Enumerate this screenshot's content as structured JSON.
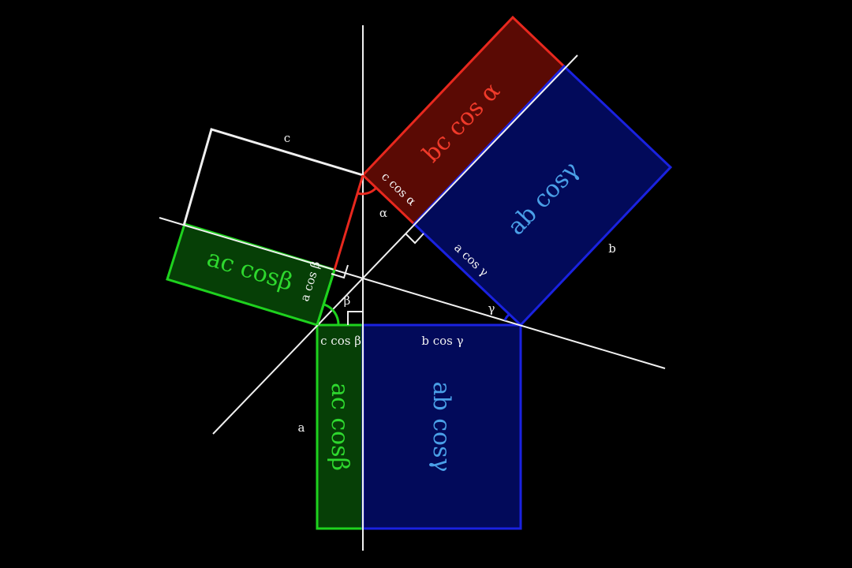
{
  "colors": {
    "red": "#e8281e",
    "red_fill": "#5a0a04",
    "blue": "#1a22e0",
    "blue_fill": "#020a5a",
    "green": "#1ed21e",
    "green_fill": "#063f06",
    "white": "#f0f0f0",
    "blue_text": "#4aa0e8",
    "green_text": "#2ed82e",
    "red_text": "#f03a2a"
  },
  "labels": {
    "side_a": "a",
    "side_b": "b",
    "side_c": "c",
    "alpha": "α",
    "beta": "β",
    "gamma": "γ",
    "c_cos_alpha": "c cos α",
    "a_cos_gamma": "a cos γ",
    "a_cos_beta": "a cos β",
    "c_cos_beta": "c cos β",
    "b_cos_gamma": "b cos γ",
    "bc_cos_alpha": "bc cos α",
    "ab_cos_gamma_top": "ab cosγ",
    "ac_cos_beta_left": "ac cosβ",
    "ac_cos_beta_bottom": "ac cosβ",
    "ab_cos_gamma_bottom": "ab cosγ"
  }
}
